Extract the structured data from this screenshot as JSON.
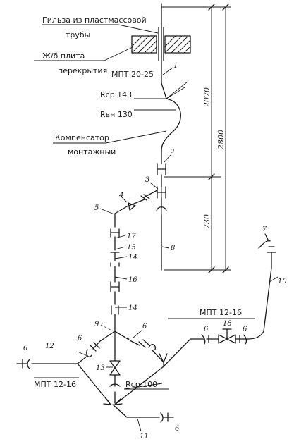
{
  "labels": {
    "sleeve_line1": "Гильза из пластмассовой",
    "sleeve_line2": "трубы",
    "slab_line1": "Ж/б плита",
    "slab_line2": "перекрытия",
    "riser_pipe": "МПТ 20-25",
    "rcp_143": "Rср 143",
    "rvn_130": "Rвн 130",
    "comp_line1": "Компенсатор",
    "comp_line2": "монтажный",
    "mpt_right": "МПТ 12-16",
    "mpt_left": "МПТ 12-16",
    "rcp_100": "Rср 100"
  },
  "dimensions": {
    "d_2070": "2070",
    "d_2800": "2800",
    "d_730": "730"
  },
  "positions": {
    "p1": "1",
    "p2": "2",
    "p3": "3",
    "p4": "4",
    "p5": "5",
    "p6a": "6",
    "p6b": "6",
    "p6c": "6",
    "p6d": "6",
    "p6e": "6",
    "p6f": "6",
    "p7": "7",
    "p8": "8",
    "p9": "9",
    "p10": "10",
    "p11": "11",
    "p12": "12",
    "p13": "13",
    "p14a": "14",
    "p14b": "14",
    "p15": "15",
    "p16": "16",
    "p17": "17",
    "p18": "18"
  }
}
